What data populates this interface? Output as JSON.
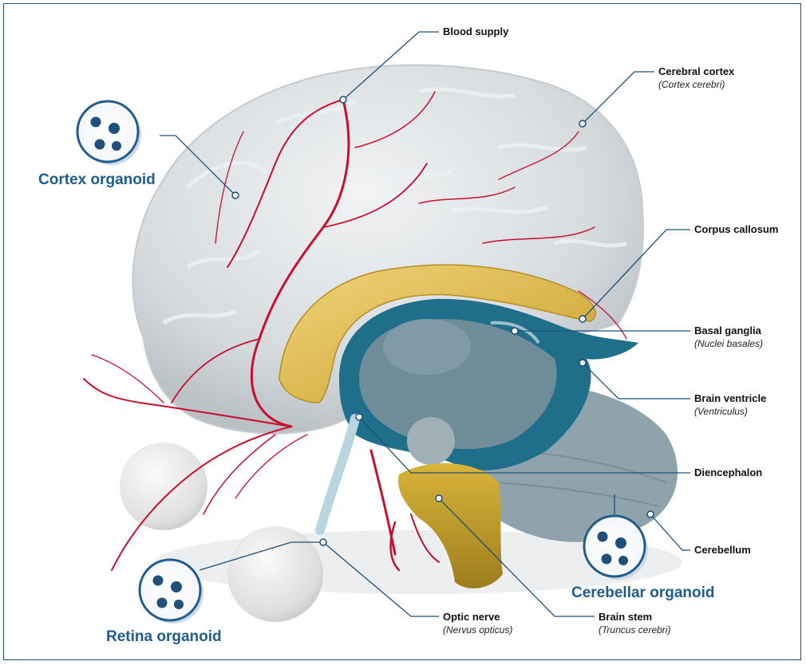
{
  "labels": {
    "blood_supply": {
      "title": "Blood supply"
    },
    "cerebral_cortex": {
      "title": "Cerebral cortex",
      "latin": "(Cortex cerebri)"
    },
    "corpus_callosum": {
      "title": "Corpus callosum"
    },
    "basal_ganglia": {
      "title": "Basal ganglia",
      "latin": "(Nuclei basales)"
    },
    "brain_ventricle": {
      "title": "Brain ventricle",
      "latin": "(Ventriculus)"
    },
    "diencephalon": {
      "title": "Diencephalon"
    },
    "cerebellum": {
      "title": "Cerebellum"
    },
    "optic_nerve": {
      "title": "Optic nerve",
      "latin": "(Nervus opticus)"
    },
    "brain_stem": {
      "title": "Brain stem",
      "latin": "(Truncus cerebri)"
    }
  },
  "organoids": {
    "cortex": "Cortex organoid",
    "retina": "Retina organoid",
    "cerebellar": "Cerebellar organoid"
  },
  "colors": {
    "frame": "#1d4f79",
    "organoid_text": "#1f5c8f",
    "vessels": "#c8102e",
    "corpus_callosum": "#e6c35a",
    "ventricle": "#1f6f8b",
    "basal_ganglia": "#6f8c99",
    "brain_stem": "#c9a227",
    "cortex_glass": "#d9dde0"
  }
}
